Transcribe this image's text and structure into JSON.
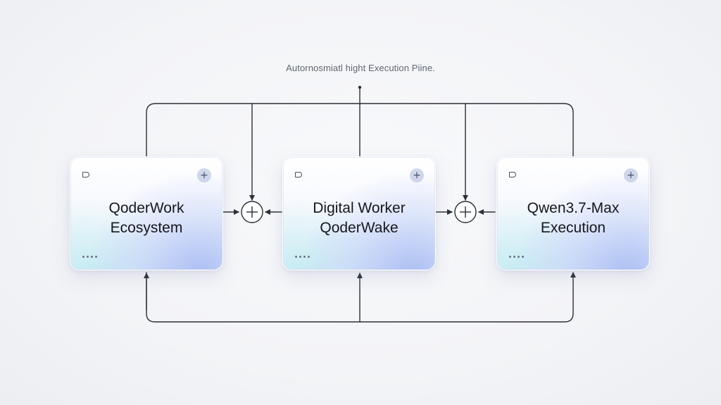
{
  "diagram": {
    "title": "Autornosmiatl hight Execution Piine."
  },
  "nodes": [
    {
      "id": "qoderwork",
      "line1": "QoderWork",
      "line2": "Ecosystem",
      "add_symbol": "+"
    },
    {
      "id": "digital-worker",
      "line1": "Digital Worker",
      "line2": "QoderWake",
      "add_symbol": "+"
    },
    {
      "id": "qwen",
      "line1": "Qwen3.7-Max",
      "line2": "Execution",
      "add_symbol": "+"
    }
  ],
  "colors": {
    "line": "#2b2f36",
    "text": "#15171c",
    "title": "#5f6672"
  },
  "icons": {
    "tag": "tag-icon",
    "add": "plus-icon",
    "menu": "dots-icon",
    "junction": "circle-plus-icon"
  }
}
